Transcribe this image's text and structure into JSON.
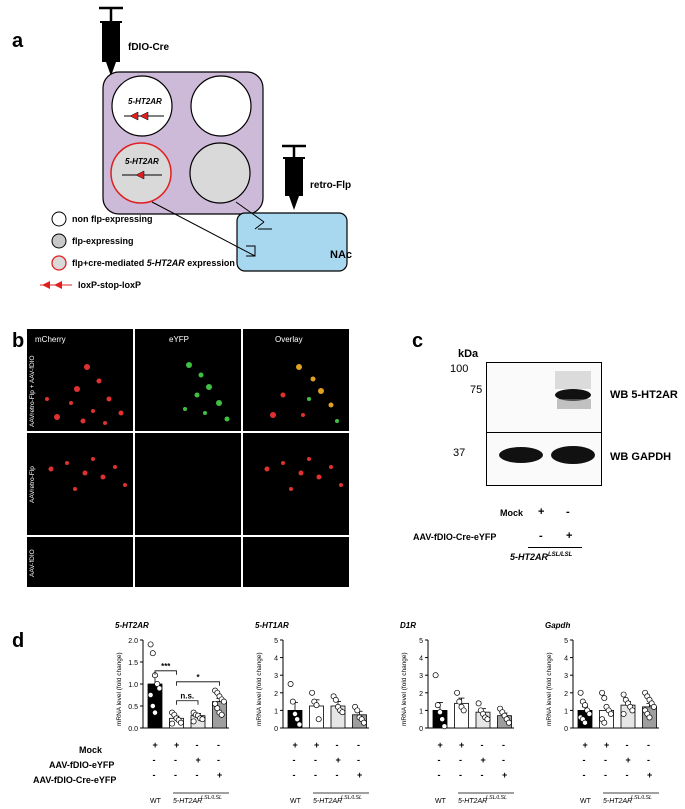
{
  "panel_labels": [
    "a",
    "b",
    "c",
    "d"
  ],
  "panel_a": {
    "injection_top": "fDIO-Cre",
    "injection_right": "retro-Flp",
    "well_label": "5-HT2AR",
    "target_region": "NAc",
    "legend": [
      {
        "label": "non flp-expressing",
        "fill": "#ffffff",
        "stroke": "#000000"
      },
      {
        "label": "flp-expressing",
        "fill": "#c8c8c8",
        "stroke": "#000000"
      },
      {
        "label_prefix": "flp+cre-mediated ",
        "label_italic": "5-HT2AR",
        "label_suffix": " expression",
        "fill": "#d9d9d9",
        "stroke": "#e02020"
      },
      {
        "label": "loxP-stop-loxP",
        "icon": "red-double-arrow"
      }
    ],
    "colors": {
      "plate": "#cdb9d8",
      "nac": "#a8d8f0",
      "red": "#e02020"
    }
  },
  "panel_b": {
    "columns": [
      "mCherry",
      "eYFP",
      "Overlay"
    ],
    "rows": [
      "AAVretro-Flp + AAV-fDIO",
      "AAVretro-Flp",
      "AAV-fDIO"
    ]
  },
  "panel_c": {
    "kda_label": "kDa",
    "markers": [
      "100",
      "75",
      "37"
    ],
    "blots": [
      "WB 5-HT2AR",
      "WB GAPDH"
    ],
    "conditions": [
      {
        "label": "Mock",
        "values": [
          "+",
          "-"
        ]
      },
      {
        "label": "AAV-fDIO-Cre-eYFP",
        "values": [
          "-",
          "+"
        ]
      }
    ],
    "genotype": "5-HT2AR",
    "genotype_sup": "LSL/LSL"
  },
  "panel_d": {
    "ylabel": "mRNA level (fold change)",
    "conditions": [
      {
        "label": "Mock",
        "values": [
          "+",
          "+",
          "-",
          "-"
        ]
      },
      {
        "label": "AAV-fDIO-eYFP",
        "values": [
          "-",
          "-",
          "+",
          "-"
        ]
      },
      {
        "label": "AAV-fDIO-Cre-eYFP",
        "values": [
          "-",
          "-",
          "-",
          "+"
        ]
      }
    ],
    "genotype_wt": "WT",
    "genotype_mut": "5-HT2AR",
    "genotype_sup": "LSL/LSL",
    "significance": [
      "***",
      "n.s.",
      "*"
    ]
  },
  "chart_data": [
    {
      "type": "bar",
      "title": "5-HT2AR",
      "ylim": [
        0,
        2
      ],
      "yticks": [
        0,
        0.5,
        1.0,
        1.5,
        2.0
      ],
      "categories": [
        "WT Mock",
        "5-HT2AR Mock",
        "AAV-fDIO-eYFP",
        "AAV-fDIO-Cre-eYFP"
      ],
      "values": [
        1.0,
        0.22,
        0.28,
        0.6
      ],
      "errors": [
        0.18,
        0.05,
        0.05,
        0.07
      ],
      "points": [
        [
          1.9,
          1.7,
          1.2,
          1.0,
          0.9,
          0.75,
          0.5,
          0.35
        ],
        [
          0.35,
          0.3,
          0.22,
          0.18,
          0.12,
          0.1
        ],
        [
          0.35,
          0.3,
          0.28,
          0.22,
          0.2,
          0.15
        ],
        [
          0.85,
          0.8,
          0.72,
          0.65,
          0.6,
          0.55,
          0.45,
          0.35,
          0.3
        ]
      ],
      "fills": [
        "#000000",
        "#ffffff",
        "#e6e6e6",
        "#9e9e9e"
      ]
    },
    {
      "type": "bar",
      "title": "5-HT1AR",
      "ylim": [
        0,
        5
      ],
      "yticks": [
        0,
        1,
        2,
        3,
        4,
        5
      ],
      "categories": [
        "WT Mock",
        "5-HT2AR Mock",
        "AAV-fDIO-eYFP",
        "AAV-fDIO-Cre-eYFP"
      ],
      "values": [
        1.0,
        1.25,
        1.25,
        0.75
      ],
      "errors": [
        0.45,
        0.35,
        0.25,
        0.2
      ],
      "points": [
        [
          2.5,
          1.5,
          0.8,
          0.5,
          0.2
        ],
        [
          2.0,
          1.5,
          1.3,
          0.5
        ],
        [
          1.8,
          1.6,
          1.2,
          1.0,
          0.9
        ],
        [
          1.2,
          1.0,
          0.6,
          0.5,
          0.3
        ]
      ],
      "fills": [
        "#000000",
        "#ffffff",
        "#e6e6e6",
        "#9e9e9e"
      ]
    },
    {
      "type": "bar",
      "title": "D1R",
      "ylim": [
        0,
        5
      ],
      "yticks": [
        0,
        1,
        2,
        3,
        4,
        5
      ],
      "categories": [
        "WT Mock",
        "5-HT2AR Mock",
        "AAV-fDIO-eYFP",
        "AAV-fDIO-Cre-eYFP"
      ],
      "values": [
        1.0,
        1.4,
        0.9,
        0.7
      ],
      "errors": [
        0.45,
        0.3,
        0.2,
        0.15
      ],
      "points": [
        [
          3.0,
          1.3,
          0.9,
          0.5,
          0.1
        ],
        [
          2.0,
          1.5,
          1.2,
          1.0
        ],
        [
          1.4,
          1.0,
          0.8,
          0.6,
          0.5
        ],
        [
          1.1,
          0.9,
          0.7,
          0.5,
          0.3
        ]
      ],
      "fills": [
        "#000000",
        "#ffffff",
        "#e6e6e6",
        "#9e9e9e"
      ]
    },
    {
      "type": "bar",
      "title": "Gapdh",
      "ylim": [
        0,
        5
      ],
      "yticks": [
        0,
        1,
        2,
        3,
        4,
        5
      ],
      "categories": [
        "WT Mock",
        "5-HT2AR Mock",
        "AAV-fDIO-eYFP",
        "AAV-fDIO-Cre-eYFP"
      ],
      "values": [
        1.0,
        1.0,
        1.3,
        1.2
      ],
      "errors": [
        0.2,
        0.2,
        0.2,
        0.2
      ],
      "points": [
        [
          2.0,
          1.5,
          1.3,
          1.0,
          0.8,
          0.6,
          0.5,
          0.3
        ],
        [
          2.0,
          1.7,
          1.2,
          1.0,
          0.8,
          0.5,
          0.3
        ],
        [
          1.9,
          1.6,
          1.4,
          1.2,
          1.0,
          0.8
        ],
        [
          2.0,
          1.8,
          1.6,
          1.4,
          1.2,
          1.0,
          0.8,
          0.6
        ]
      ],
      "fills": [
        "#000000",
        "#ffffff",
        "#e6e6e6",
        "#9e9e9e"
      ]
    }
  ]
}
